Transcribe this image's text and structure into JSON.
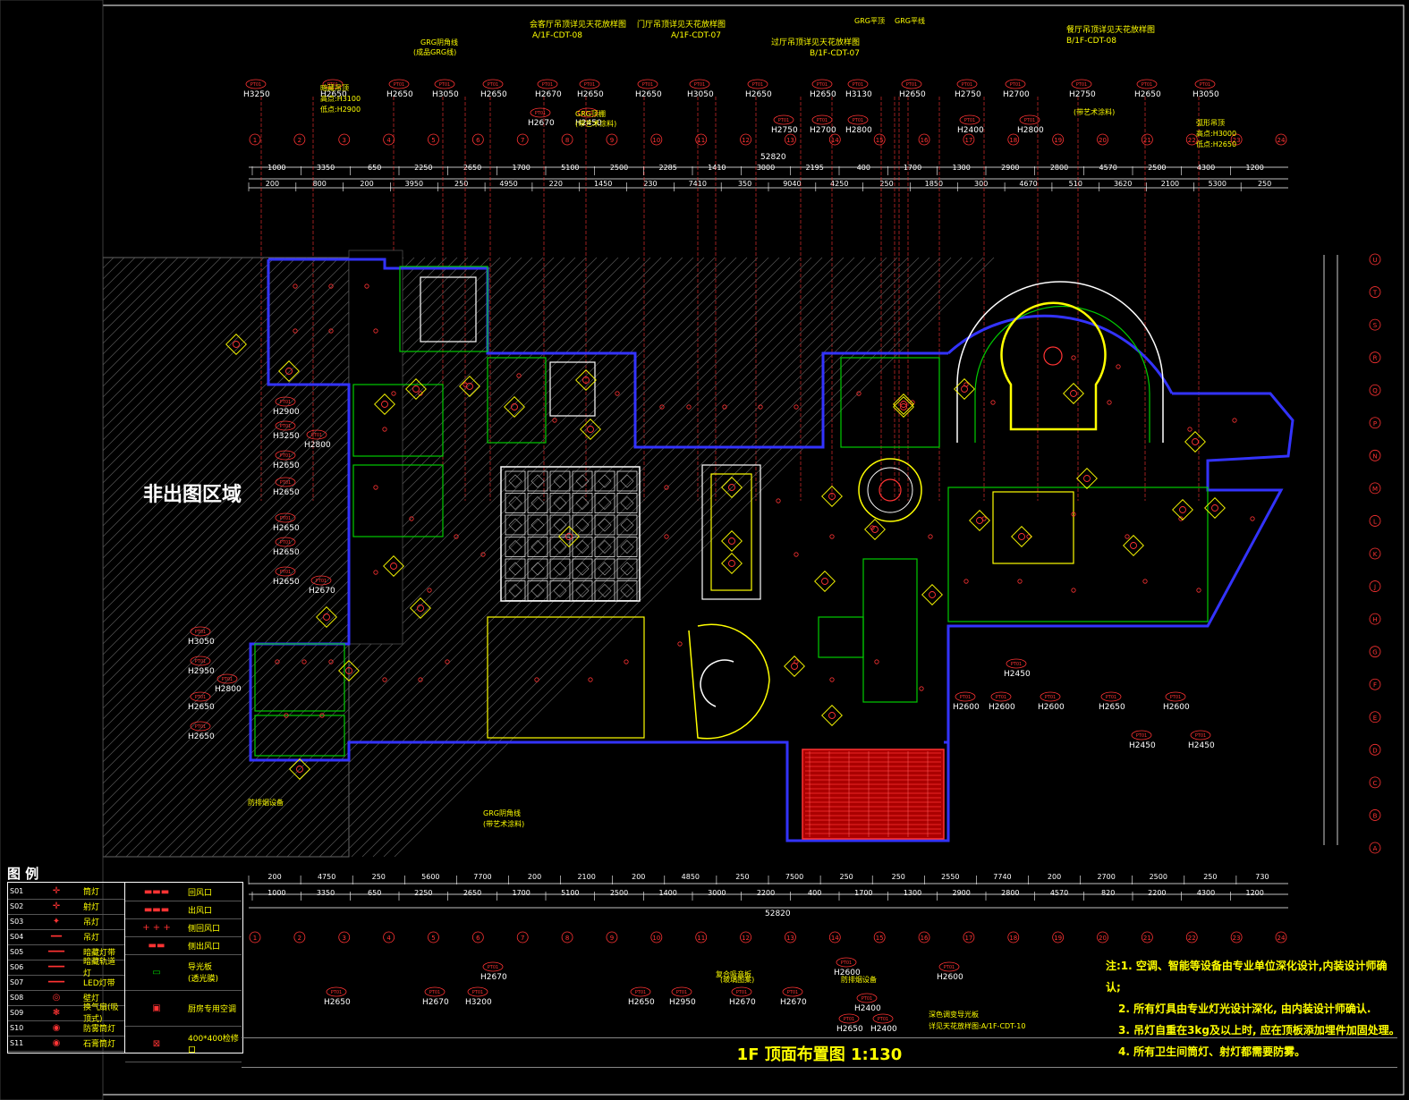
{
  "title": "1F 顶面布置图 1:130",
  "non_drawing_area": "非出图区域",
  "legend": {
    "title": "图 例",
    "left_items": [
      {
        "code": "S01",
        "label": "筒灯"
      },
      {
        "code": "S02",
        "label": "射灯"
      },
      {
        "code": "S03",
        "label": "吊灯"
      },
      {
        "code": "S04",
        "label": "吊灯"
      },
      {
        "code": "S05",
        "label": "暗藏灯带"
      },
      {
        "code": "S06",
        "label": "暗藏轨道灯"
      },
      {
        "code": "S07",
        "label": "LED灯带"
      },
      {
        "code": "S08",
        "label": "壁灯"
      },
      {
        "code": "S09",
        "label": "换气扇(吸顶式)"
      },
      {
        "code": "S10",
        "label": "防雾筒灯"
      },
      {
        "code": "S11",
        "label": "石膏筒灯"
      }
    ],
    "right_items": [
      {
        "label": "回风口"
      },
      {
        "label": "出风口"
      },
      {
        "label": "侧回风口"
      },
      {
        "label": "侧出风口"
      },
      {
        "label": "导光板\n(透光膜)"
      },
      {
        "label": "厨房专用空调"
      },
      {
        "label": "400*400检修口"
      }
    ]
  },
  "notes": [
    "注:1. 空调、智能等设备由专业单位深化设计,内装设计师确认;",
    "2. 所有灯具由专业灯光设计深化, 由内装设计师确认.",
    "3. 吊灯自重在3kg及以上时, 应在顶板添加埋件加固处理。",
    "4. 所有卫生间筒灯、射灯都需要防雾。"
  ],
  "top_callouts": [
    {
      "text": "会客厅吊顶详见天花放样图",
      "sub": "A/1F-CDT-08"
    },
    {
      "text": "门厅吊顶详见天花放样图",
      "sub": "A/1F-CDT-07"
    },
    {
      "text": "过厅吊顶详见天花放样图",
      "sub": "B/1F-CDT-07"
    },
    {
      "text": "餐厅吊顶详见天花放样图",
      "sub": "B/1F-CDT-08"
    }
  ],
  "top_heights": [
    "H3250",
    "H2650",
    "H2650",
    "H3050",
    "H2650",
    "H2670",
    "H2650",
    "H2650",
    "H3050",
    "H2650",
    "H2650",
    "H3130",
    "H2650",
    "H2750",
    "H2700",
    "H2750",
    "H2650",
    "H3050",
    "H2670",
    "H2450",
    "H2750",
    "H2700",
    "H2800",
    "H2400",
    "H2800"
  ],
  "top_dims_1": [
    "1000",
    "3350",
    "650",
    "2250",
    "2650",
    "1700",
    "5100",
    "2500",
    "2285",
    "1410",
    "3000",
    "2195",
    "400",
    "1700",
    "1300",
    "2900",
    "2800",
    "4570",
    "2500",
    "4300",
    "1200"
  ],
  "top_dims_2": [
    "200",
    "800",
    "200",
    "3950",
    "250",
    "4950",
    "220",
    "1450",
    "230",
    "7410",
    "350",
    "9040",
    "4250",
    "250",
    "1850",
    "300",
    "4670",
    "510",
    "3620",
    "2100",
    "5300",
    "250"
  ],
  "bottom_dims_1": [
    "200",
    "4750",
    "250",
    "5600",
    "7700",
    "200",
    "2100",
    "200",
    "4850",
    "250",
    "7500",
    "250",
    "250",
    "2550",
    "7740",
    "200",
    "2700",
    "2500",
    "250",
    "730"
  ],
  "bottom_dims_2": [
    "1000",
    "3350",
    "650",
    "2250",
    "2650",
    "1700",
    "5100",
    "2500",
    "1400",
    "3000",
    "2200",
    "400",
    "1700",
    "1300",
    "2900",
    "2800",
    "4570",
    "820",
    "2200",
    "4300",
    "1200"
  ],
  "total_dim": "52820",
  "grid_top": [
    "1",
    "2",
    "3",
    "4",
    "5",
    "6",
    "7",
    "8",
    "9",
    "10",
    "11",
    "12",
    "13",
    "14",
    "15",
    "16",
    "17",
    "18",
    "19",
    "20",
    "21",
    "22",
    "23",
    "24"
  ],
  "grid_left": [
    "U",
    "T",
    "S",
    "R",
    "Q",
    "P",
    "N",
    "M",
    "L",
    "K",
    "J",
    "H",
    "G",
    "F",
    "E",
    "D",
    "C",
    "B",
    "A"
  ],
  "left_heights": [
    "H2900",
    "H3250",
    "H2800",
    "H2650",
    "H2650",
    "H2650",
    "H2650",
    "H2670",
    "H2650",
    "H3050",
    "H2950",
    "H2800",
    "H2650",
    "H2650"
  ],
  "right_heights": [
    "H2450",
    "H2600",
    "H2600",
    "H2600",
    "H2650",
    "H2600",
    "H2450",
    "H2450"
  ],
  "bottom_heights": [
    "H2650",
    "H2670",
    "H3200",
    "H2670",
    "H2650",
    "H2950",
    "H2670",
    "H2670",
    "H2600",
    "H2400",
    "H2650",
    "H2400",
    "H2600"
  ],
  "misc_labels": [
    "GRG阴角线",
    "(成品GRG线)",
    "暗藏吊顶",
    "高点:H3100",
    "低点:H2900",
    "GRG顶棚",
    "(带艺术涂料)",
    "GRG平顶",
    "GRG平线",
    "(带艺术涂料)",
    "弧形吊顶",
    "高点:H3000",
    "低点:H2650",
    "防排烟设备",
    "防排烟设备",
    "复合吸音板",
    "深色调变导光板",
    "详见天花放样图:A/1F-CDT-10",
    "(玻璃图案)",
    "GRG阴角线",
    "(带艺术涂料)"
  ]
}
